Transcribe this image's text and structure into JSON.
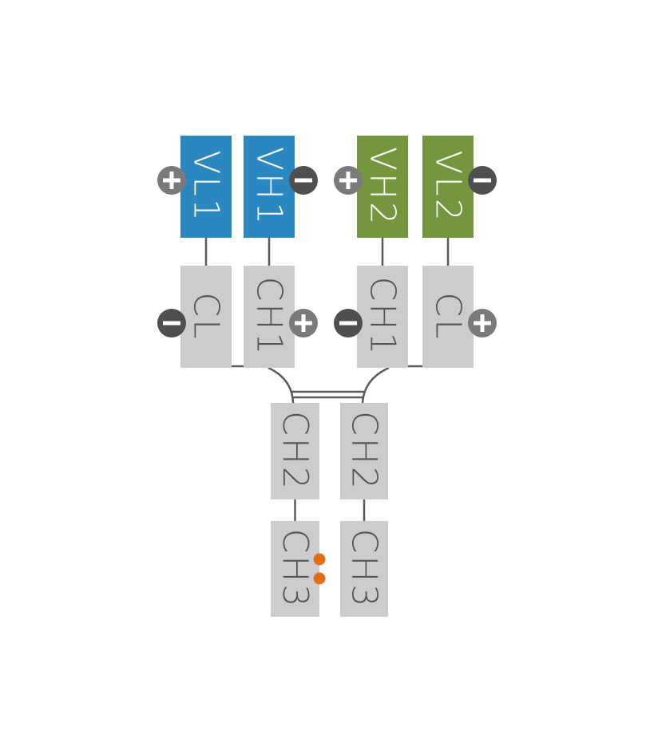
{
  "colors": {
    "vl_blue": "#2a87bf",
    "vh_green": "#76963e",
    "chain_gray": "#cccccc",
    "connector": "#5a5a5a",
    "plus_terminal": "#7a7a7a",
    "minus_terminal": "#4f4f4f",
    "label_on_color": "#ffffff",
    "label_on_gray": "#555555",
    "marker_orange": "#e07017"
  },
  "chains": {
    "left": {
      "heavy": [
        {
          "id": "VL1",
          "label": "VL1",
          "kind": "vl",
          "terminal": "plus"
        },
        {
          "id": "CL_left",
          "label": "CL",
          "kind": "cl",
          "terminal": "minus"
        }
      ],
      "light": [
        {
          "id": "VH1",
          "label": "VH1",
          "kind": "vh_blue",
          "terminal": "minus"
        },
        {
          "id": "CH1_left",
          "label": "CH1",
          "kind": "ch",
          "terminal": "plus"
        }
      ]
    },
    "right": {
      "heavy": [
        {
          "id": "VH2",
          "label": "VH2",
          "kind": "vh",
          "terminal": "plus"
        },
        {
          "id": "CH1_right",
          "label": "CH1",
          "kind": "ch",
          "terminal": "minus"
        }
      ],
      "light": [
        {
          "id": "VL2",
          "label": "VL2",
          "kind": "vl",
          "terminal": "minus"
        },
        {
          "id": "CL_right",
          "label": "CL",
          "kind": "cl",
          "terminal": "plus"
        }
      ]
    },
    "fc": [
      {
        "id": "CH2_left",
        "label": "CH2"
      },
      {
        "id": "CH2_right",
        "label": "CH2"
      },
      {
        "id": "CH3_left",
        "label": "CH3",
        "markers": 2
      },
      {
        "id": "CH3_right",
        "label": "CH3"
      }
    ]
  },
  "terminals": {
    "plus": "+",
    "minus": "−"
  }
}
